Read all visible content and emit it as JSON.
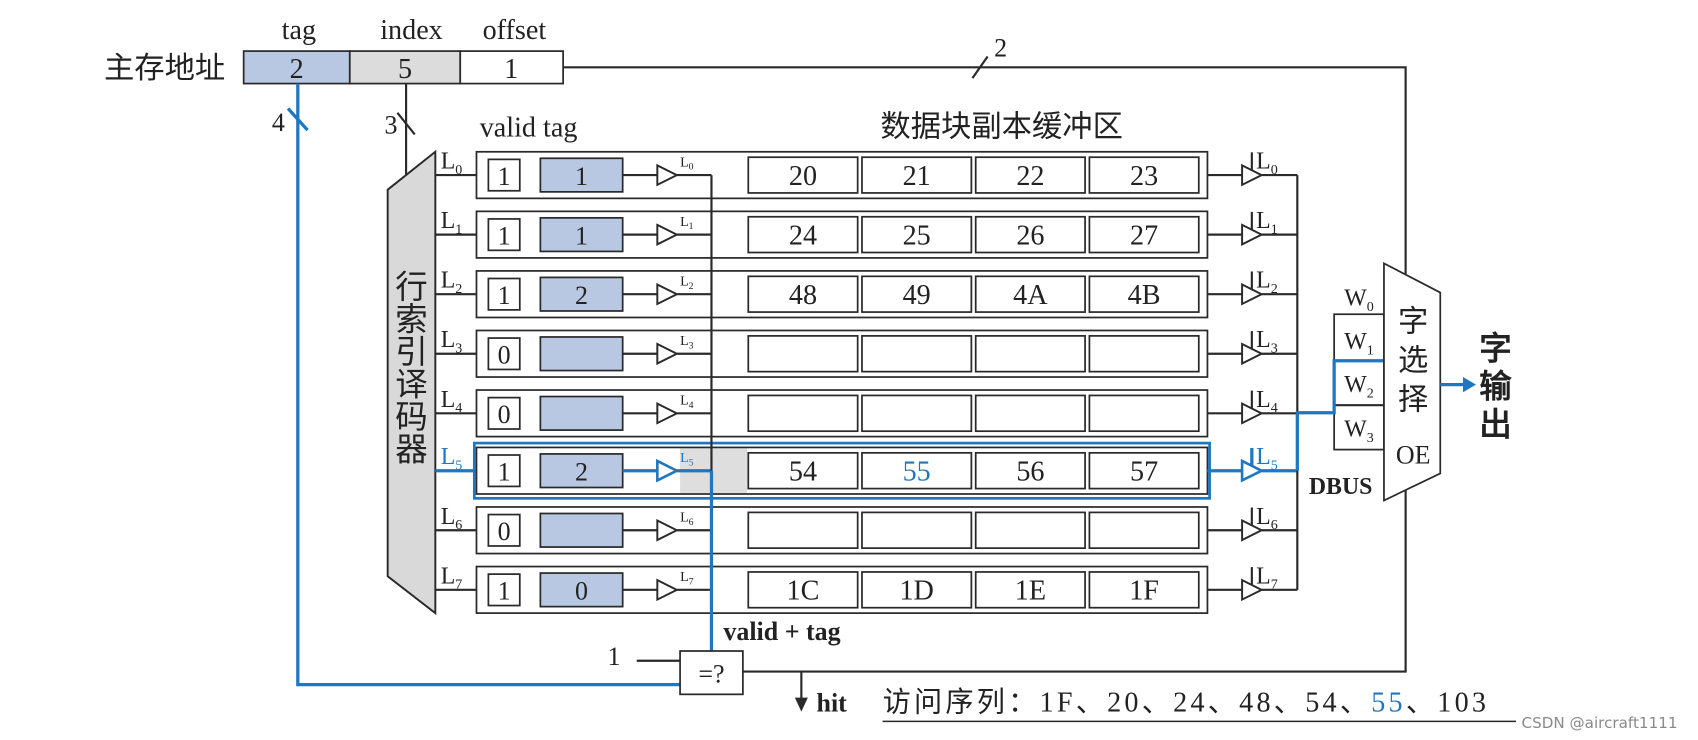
{
  "address": {
    "label": "主存地址",
    "fields": [
      {
        "name": "tag",
        "value": "2"
      },
      {
        "name": "index",
        "value": "5"
      },
      {
        "name": "offset",
        "value": "1"
      }
    ],
    "widths": {
      "tag": "4",
      "index": "3",
      "offset": "2"
    }
  },
  "decoder": {
    "label": [
      "行",
      "索",
      "引",
      "译",
      "码",
      "器"
    ]
  },
  "headers": {
    "valid_tag": "valid tag",
    "buffer": "数据块副本缓冲区"
  },
  "rows": [
    {
      "line": "L",
      "sub": "0",
      "valid": "1",
      "tag": "1",
      "data": [
        "20",
        "21",
        "22",
        "23"
      ]
    },
    {
      "line": "L",
      "sub": "1",
      "valid": "1",
      "tag": "1",
      "data": [
        "24",
        "25",
        "26",
        "27"
      ]
    },
    {
      "line": "L",
      "sub": "2",
      "valid": "1",
      "tag": "2",
      "data": [
        "48",
        "49",
        "4A",
        "4B"
      ]
    },
    {
      "line": "L",
      "sub": "3",
      "valid": "0",
      "tag": "",
      "data": [
        "",
        "",
        "",
        ""
      ]
    },
    {
      "line": "L",
      "sub": "4",
      "valid": "0",
      "tag": "",
      "data": [
        "",
        "",
        "",
        ""
      ]
    },
    {
      "line": "L",
      "sub": "5",
      "valid": "1",
      "tag": "2",
      "data": [
        "54",
        "55",
        "56",
        "57"
      ],
      "highlight": true,
      "highlight_word": 1
    },
    {
      "line": "L",
      "sub": "6",
      "valid": "0",
      "tag": "",
      "data": [
        "",
        "",
        "",
        ""
      ]
    },
    {
      "line": "L",
      "sub": "7",
      "valid": "1",
      "tag": "0",
      "data": [
        "1C",
        "1D",
        "1E",
        "1F"
      ]
    }
  ],
  "comparator": {
    "input": "1",
    "symbol": "=?",
    "bus_label": "valid + tag",
    "hit": "hit"
  },
  "word_select": {
    "registers": [
      {
        "name": "W",
        "sub": "0"
      },
      {
        "name": "W",
        "sub": "1"
      },
      {
        "name": "W",
        "sub": "2"
      },
      {
        "name": "W",
        "sub": "3"
      }
    ],
    "label": [
      "字",
      "选",
      "择"
    ],
    "enable": "OE",
    "bus": "DBUS",
    "output": [
      "字",
      "输",
      "出"
    ]
  },
  "sequence": {
    "prefix": "访问序列：1F、20、24、48、54、",
    "current": "55",
    "suffix": "、103"
  },
  "watermark": "CSDN @aircraft1111",
  "colors": {
    "highlight": "#1e77c0",
    "tag_fill": "#b8c8e2",
    "index_fill": "#dcdcdc",
    "decoder_fill": "#d9d9d9",
    "shade": "#dedede"
  }
}
